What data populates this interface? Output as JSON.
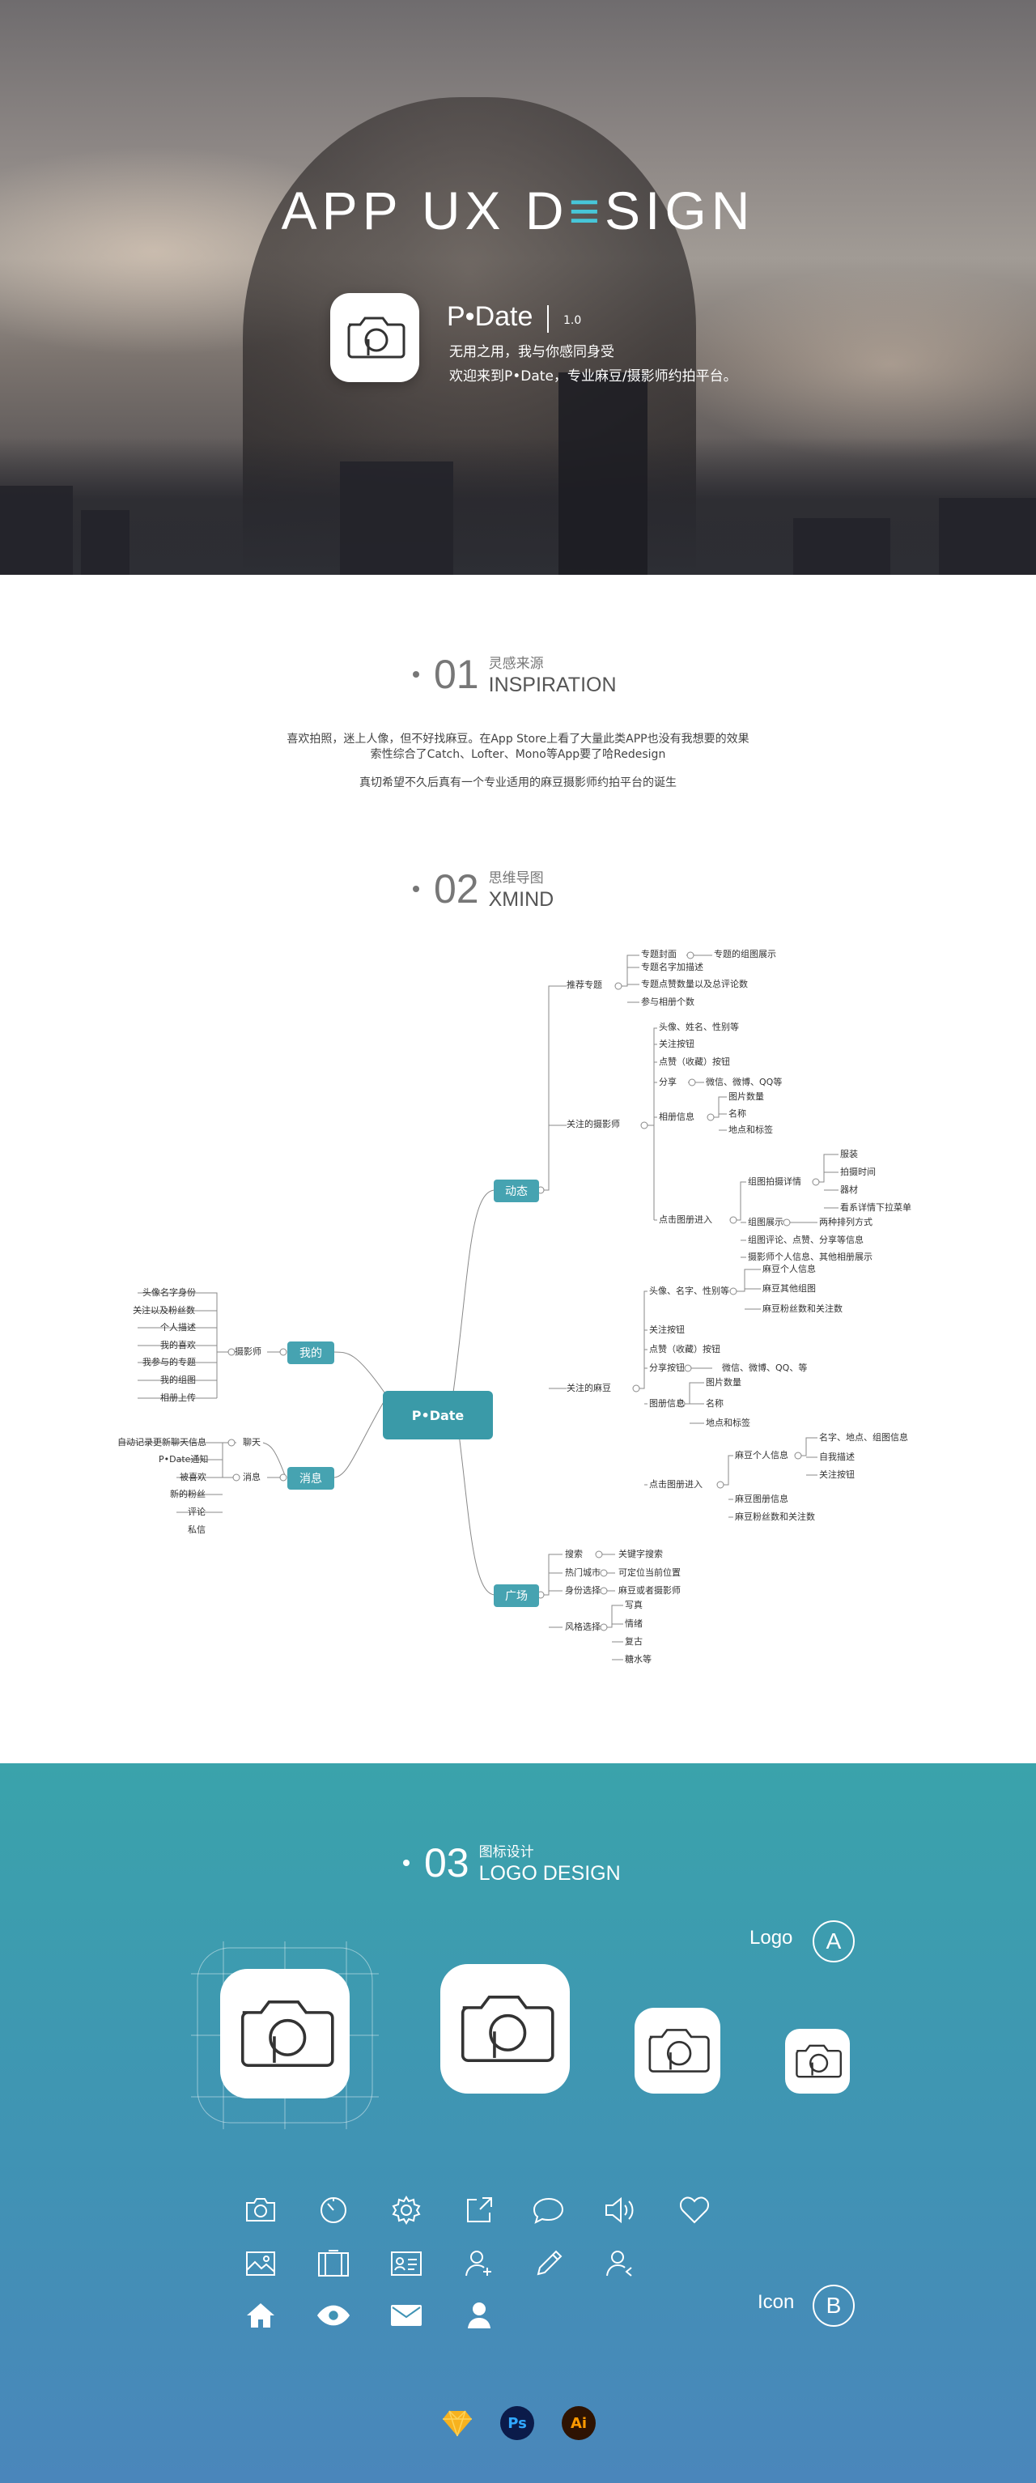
{
  "hero": {
    "title_pre": "APP UX D",
    "title_accent": "≡",
    "title_post": "SIGN",
    "app_name": "P•Date",
    "version": "1.0",
    "tagline": "无用之用，我与你感同身受",
    "subline": "欢迎来到P•Date，专业麻豆/摄影师约拍平台。"
  },
  "inspiration": {
    "num": "01",
    "cn": "灵感来源",
    "en": "INSPIRATION",
    "p1": "喜欢拍照，迷上人像，但不好找麻豆。在App Store上看了大量此类APP也没有我想要的效果",
    "p2": "索性综合了Catch、Lofter、Mono等App要了哈Redesign",
    "p3": "真切希望不久后真有一个专业适用的麻豆摄影师约拍平台的诞生"
  },
  "xmind": {
    "num": "02",
    "cn": "思维导图",
    "en": "XMIND",
    "center": "P•Date",
    "left_top": {
      "label": "我的",
      "sub": "摄影师",
      "items": [
        "头像名字身份",
        "关注以及粉丝数",
        "个人描述",
        "我的喜欢",
        "我参与的专题",
        "我的组图",
        "相册上传"
      ]
    },
    "left_bottom": {
      "label": "消息",
      "chat_item": "自动记录更新聊天信息",
      "chat": "聊天",
      "news": "消息",
      "items": [
        "P•Date通知",
        "被喜欢",
        "新的粉丝",
        "评论",
        "私信"
      ]
    },
    "dynamic": {
      "label": "动态",
      "topic": {
        "label": "推荐专题",
        "cover": "专题封面",
        "cover_child": "专题的组图展示",
        "items": [
          "专题名字加描述",
          "专题点赞数量以及总评论数",
          "参与相册个数"
        ]
      },
      "photographer": {
        "label": "关注的摄影师",
        "items": [
          "头像、姓名、性别等",
          "关注按钮",
          "点赞（收藏）按钮"
        ],
        "share": "分享",
        "share_child": "微信、微博、QQ等",
        "album": "相册信息",
        "album_children": [
          "图片数量",
          "名称",
          "地点和标签"
        ],
        "enter": "点击图册进入",
        "detail": "组图拍摄详情",
        "detail_children": [
          "服装",
          "拍摄时间",
          "器材",
          "看系详情下拉菜单"
        ],
        "show": "组图展示",
        "show_child": "两种排列方式",
        "comment": "组图评论、点赞、分享等信息",
        "info": "摄影师个人信息、其他相册展示"
      },
      "model": {
        "label": "关注的麻豆",
        "head": "头像、名字、性别等",
        "head_children": [
          "麻豆个人信息",
          "麻豆其他组图",
          "麻豆粉丝数和关注数"
        ],
        "items": [
          "关注按钮",
          "点赞（收藏）按钮"
        ],
        "share": "分享按钮",
        "share_child": "微信、微博、QQ、等",
        "album": "图册信息",
        "album_children": [
          "图片数量",
          "名称",
          "地点和标签"
        ],
        "enter": "点击图册进入",
        "personal": "麻豆个人信息",
        "personal_children": [
          "名字、地点、组图信息",
          "自我描述",
          "关注按钮"
        ],
        "more": [
          "麻豆图册信息",
          "麻豆粉丝数和关注数"
        ]
      }
    },
    "square": {
      "label": "广场",
      "search": "搜索",
      "search_child": "关键字搜索",
      "city": "热门城市",
      "city_child": "可定位当前位置",
      "role": "身份选择",
      "role_child": "麻豆或者摄影师",
      "style": "风格选择",
      "styles": [
        "写真",
        "情绪",
        "复古",
        "糖水等"
      ]
    }
  },
  "logo": {
    "num": "03",
    "cn": "图标设计",
    "en": "LOGO DESIGN",
    "tag_a": "Logo",
    "tag_a_letter": "A",
    "tag_b": "Icon",
    "tag_b_letter": "B",
    "tools": [
      "Ps",
      "Ai"
    ],
    "colors": {
      "teal": "#3aa3ab",
      "blue": "#4a86bb",
      "accent": "#47c6d8"
    }
  }
}
